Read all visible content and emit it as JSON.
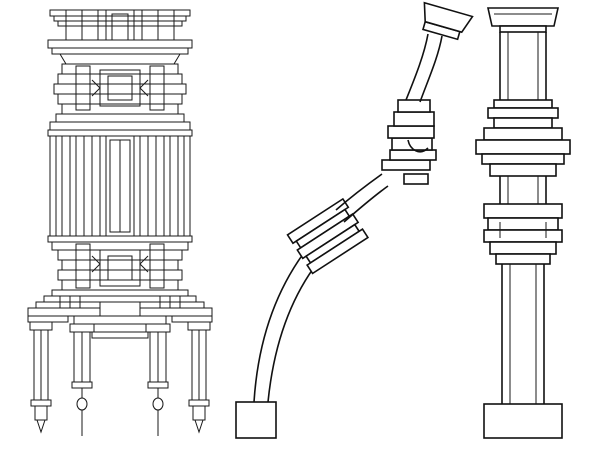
{
  "drawing": {
    "colors": {
      "background": "#ffffff",
      "line": "#1a1a1a"
    },
    "figures": [
      {
        "id": "ornate-tower",
        "description_icon": "ornate-column-tower-icon"
      },
      {
        "id": "bent-column",
        "description_icon": "bent-column-icon"
      },
      {
        "id": "straight-column",
        "description_icon": "straight-column-icon"
      }
    ]
  }
}
